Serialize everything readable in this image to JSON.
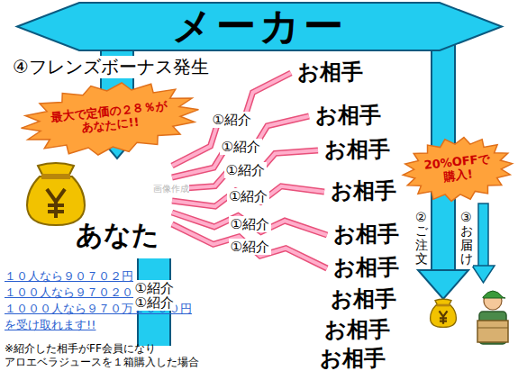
{
  "diagram": {
    "nodes": [
      {
        "text": [
          "メーカー"
        ]
      },
      {
        "text": [
          "最大で定価の２８％があなたに!!"
        ]
      },
      {
        "text": [
          "あなた"
        ]
      },
      {
        "text": [
          "お相手"
        ]
      },
      {
        "text": [
          "お相手"
        ]
      },
      {
        "text": [
          "お相手"
        ]
      },
      {
        "text": [
          "お相手"
        ]
      },
      {
        "text": [
          "お相手"
        ]
      },
      {
        "text": [
          "お相手"
        ]
      },
      {
        "text": [
          "お相手"
        ]
      },
      {
        "text": [
          "お相手"
        ]
      },
      {
        "text": [
          "お相手"
        ]
      },
      {
        "text": [
          "20%OFFで購入!"
        ]
      }
    ],
    "edges": [
      {
        "from": 0,
        "to": 2,
        "arrow": "to"
      },
      {
        "from": 2,
        "to": 3,
        "label": "①紹介",
        "arrow": "none"
      },
      {
        "from": 2,
        "to": 4,
        "label": "①紹介",
        "arrow": "none"
      },
      {
        "from": 2,
        "to": 5,
        "label": "①紹介",
        "arrow": "none"
      },
      {
        "from": 2,
        "to": 6,
        "label": "①紹介",
        "arrow": "none"
      },
      {
        "from": 2,
        "to": 7,
        "label": "①紹介",
        "arrow": "none"
      },
      {
        "from": 2,
        "to": 8,
        "label": "①紹介",
        "arrow": "none"
      },
      {
        "from": 2,
        "to": 9,
        "arrow": "none"
      },
      {
        "from": 2,
        "to": 10,
        "label": "①紹介",
        "arrow": "none"
      },
      {
        "from": 2,
        "to": 11,
        "label": "①紹介",
        "arrow": "none"
      }
    ],
    "labels": [
      "④フレンズボーナス発生",
      "１０人なら９０７０２円",
      "１００人なら９７０２００円",
      "１０００人なら９７０万２０００円",
      "を受け取れます!!",
      "※紹介した相手がFF会員になり アロエベラジュースを１箱購入した場合",
      "②ご注文",
      "③お届け",
      "画像作成"
    ]
  }
}
